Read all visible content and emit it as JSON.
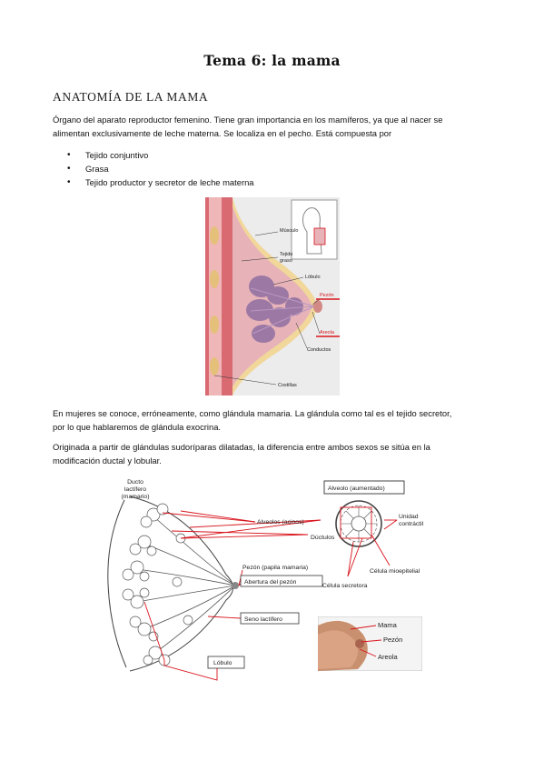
{
  "title": "Tema 6: la mama",
  "section_heading": "ANATOMÍA DE LA MAMA",
  "intro_line1": "Órgano del aparato reproductor femenino. Tiene gran importancia en los mamíferos, ya que al nacer se",
  "intro_line2": "alimentan exclusivamente de leche materna. Se localiza en el pecho. Está compuesta por",
  "bullets": [
    "Tejido conjuntivo",
    "Grasa",
    "Tejido productor y secretor de leche materna"
  ],
  "fig1_labels": {
    "musculo": "Músculo",
    "tejido_graso_1": "Tejido",
    "tejido_graso_2": "graso",
    "lobulo": "Lóbulo",
    "pezon": "Pezón",
    "areola": "Areola",
    "conductos": "Conductos",
    "costillas": "Costillas"
  },
  "para2_line1": "En mujeres se conoce, erróneamente, como glándula mamaria. La glándula como tal es el tejido secretor,",
  "para2_line2": "por lo que hablaremos de glándula exocrina.",
  "para3_line1": "Originada a partir de glándulas sudoríparas dilatadas, la diferencia entre ambos sexos se sitúa en la",
  "para3_line2": "modificación ductal y lobular.",
  "fig2_labels": {
    "ducto_1": "Ducto",
    "ducto_2": "lactífero",
    "ducto_3": "(mamario)",
    "alveolo_aumentado": "Alveolo (aumentado)",
    "alveolos": "Alveolos (acinos)",
    "unidad_1": "Unidad",
    "unidad_2": "contráctil",
    "ductulos": "Dúctulos",
    "mioepitelial": "Célula mioepitelial",
    "secretora": "Célula secretora",
    "pezon_papila": "Pezón (papila mamaria)",
    "abertura": "Abertura del pezón",
    "seno": "Seno lactífero",
    "lobulo": "Lóbulo"
  },
  "fig3_labels": {
    "mama": "Mama",
    "pezon": "Pezón",
    "areola": "Areola"
  },
  "colors": {
    "accent_red": "#d8141c",
    "tissue_pink": "#e7b3b8",
    "fat_yellow": "#f1d79a",
    "lobule_purple": "#9c78a4"
  }
}
